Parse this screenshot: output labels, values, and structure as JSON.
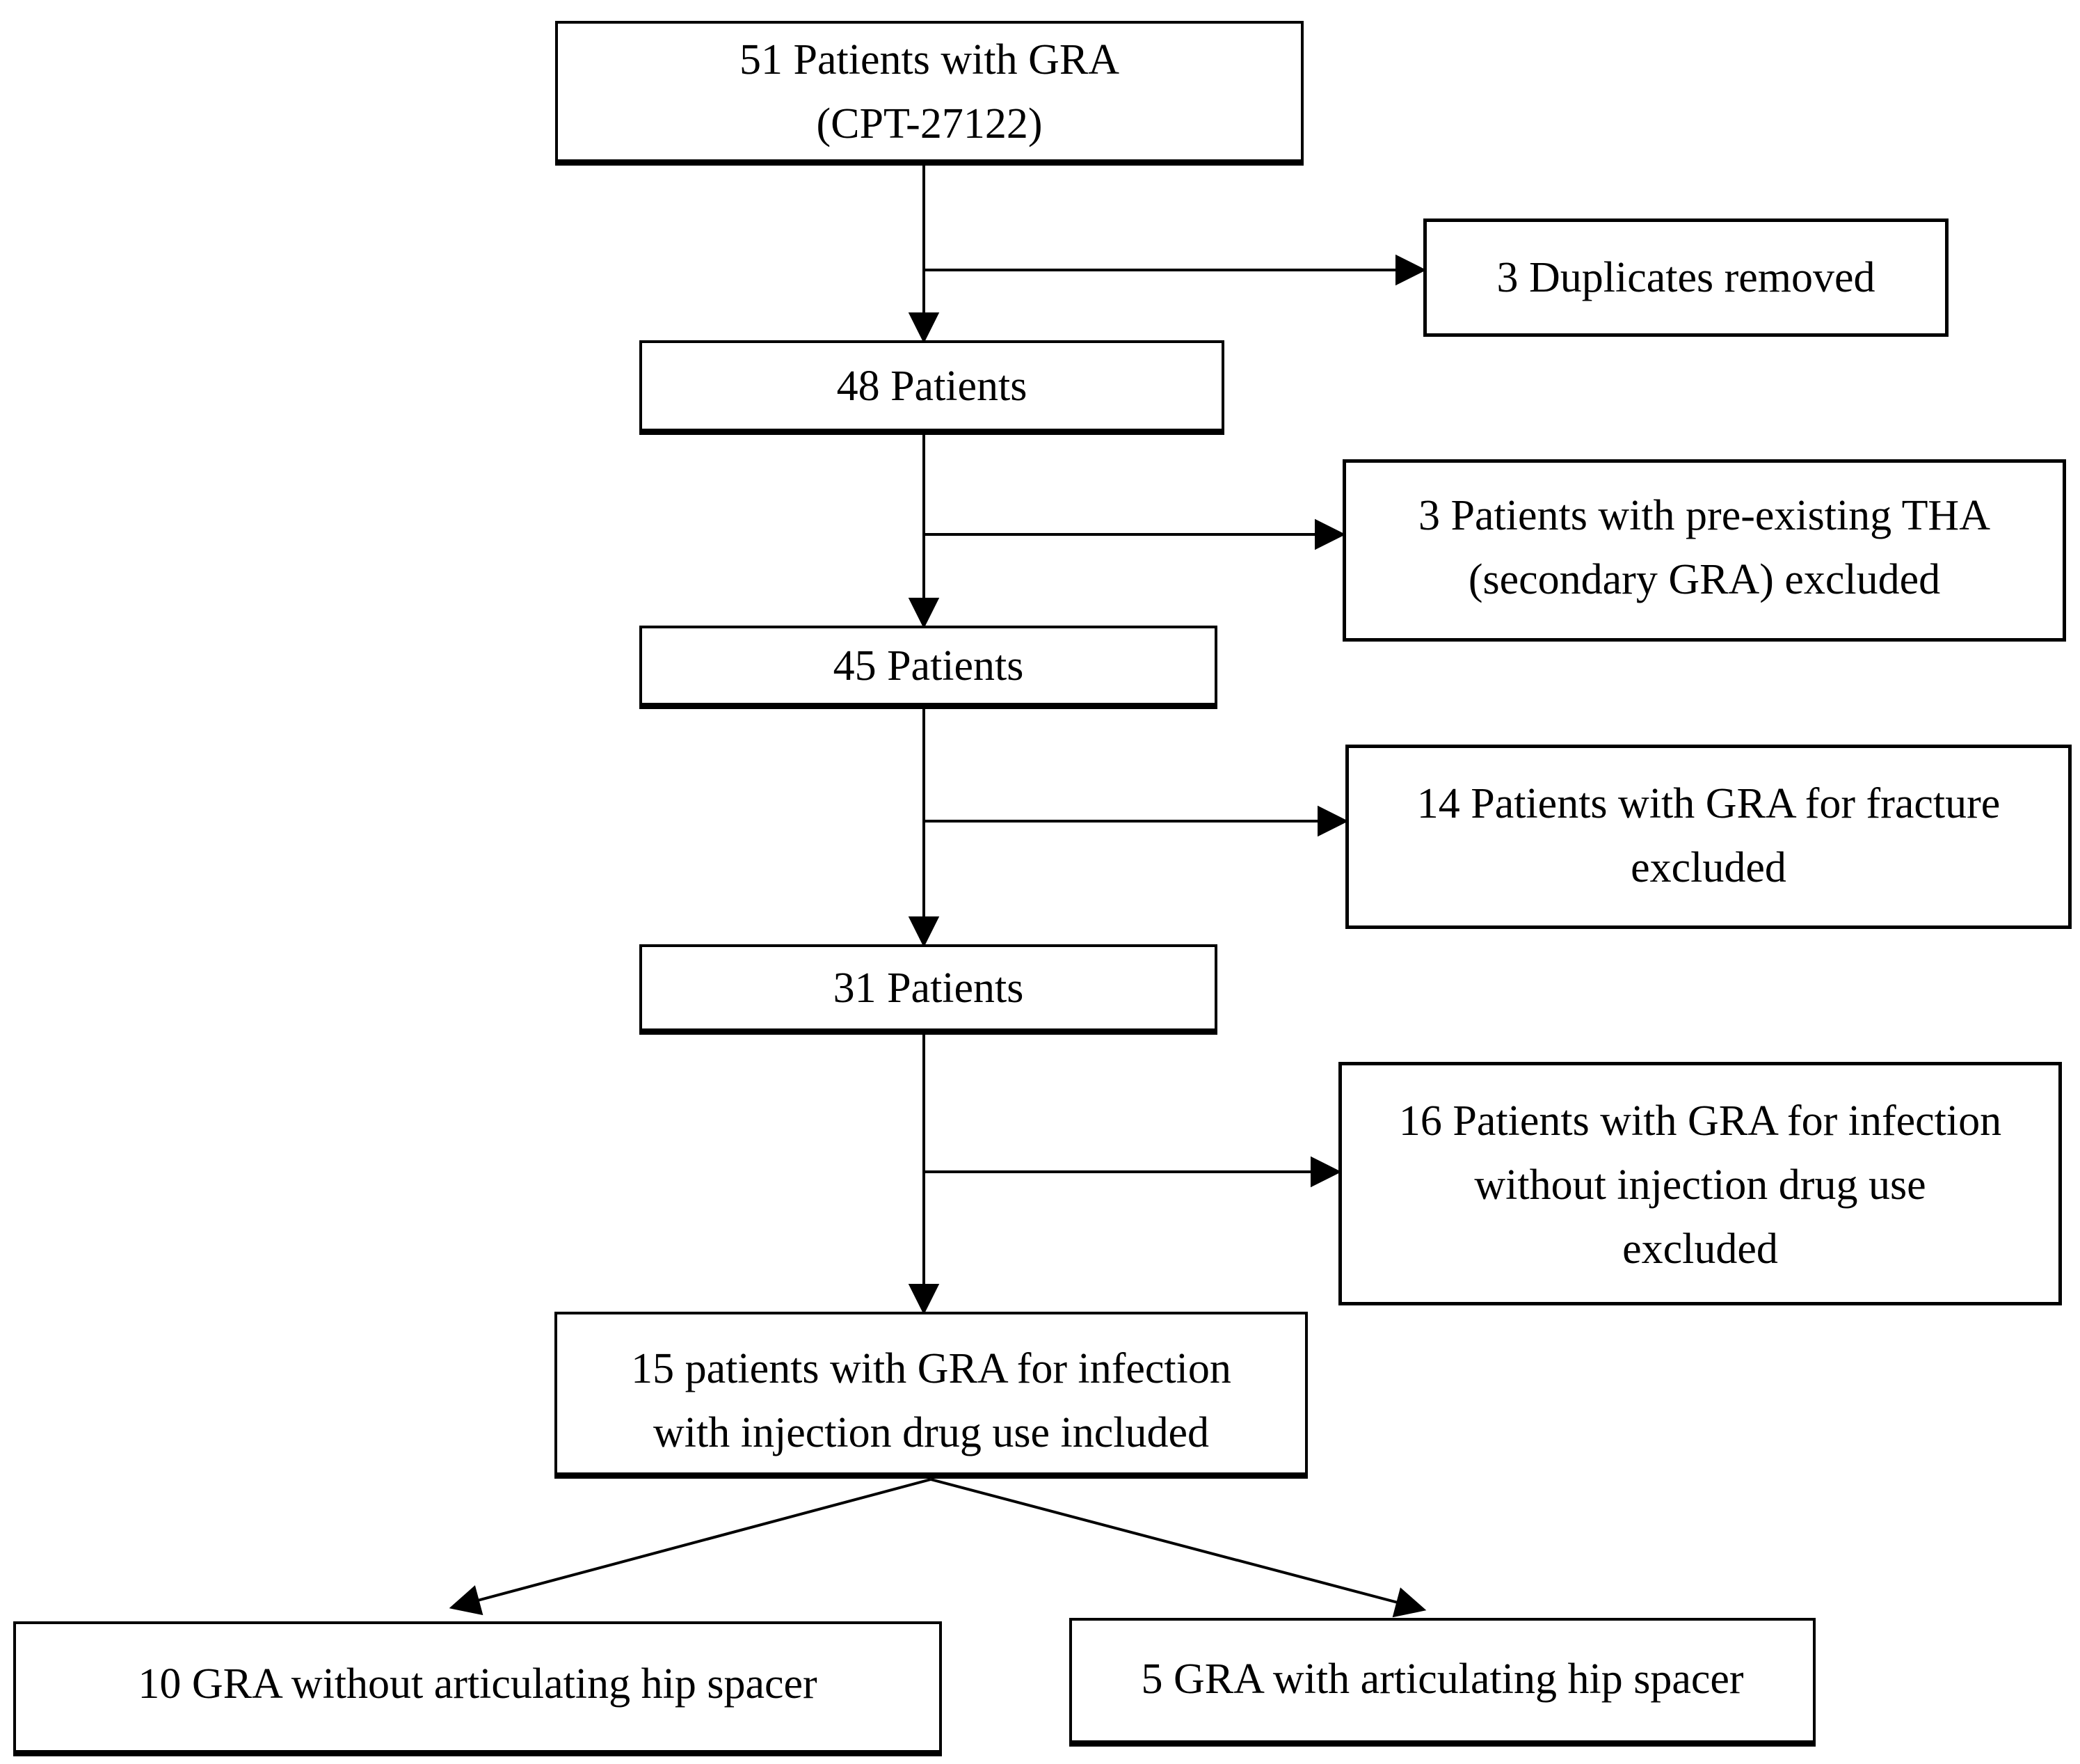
{
  "figure": {
    "type": "patient-selection-flow-diagram",
    "background_color": "#ffffff",
    "box_fill_color": "#ffffff",
    "box_border_color": "#000000",
    "connector_color": "#000000",
    "text_color": "#000000"
  },
  "flowchart": {
    "nodes": {
      "patients_51": {
        "lines": [
          "51 Patients with GRA",
          "(CPT-27122)"
        ]
      },
      "duplicates_removed": {
        "lines": [
          "3 Duplicates removed"
        ]
      },
      "patients_48": {
        "lines": [
          "48 Patients"
        ]
      },
      "pre_existing_tha_excluded": {
        "lines": [
          "3 Patients with pre-existing THA",
          "(secondary GRA) excluded"
        ]
      },
      "patients_45": {
        "lines": [
          "45 Patients"
        ]
      },
      "fracture_excluded": {
        "lines": [
          "14 Patients with GRA for fracture",
          "excluded"
        ]
      },
      "patients_31": {
        "lines": [
          "31 Patients"
        ]
      },
      "infection_no_idu_excluded": {
        "lines": [
          "16 Patients with GRA for infection",
          "without injection drug use",
          "excluded"
        ]
      },
      "infection_idu_included": {
        "lines": [
          "15 patients with GRA for infection",
          "with injection drug use included"
        ]
      },
      "gra_without_spacer": {
        "lines": [
          "10 GRA without articulating hip spacer"
        ]
      },
      "gra_with_spacer": {
        "lines": [
          "5 GRA with articulating hip spacer"
        ]
      }
    }
  }
}
